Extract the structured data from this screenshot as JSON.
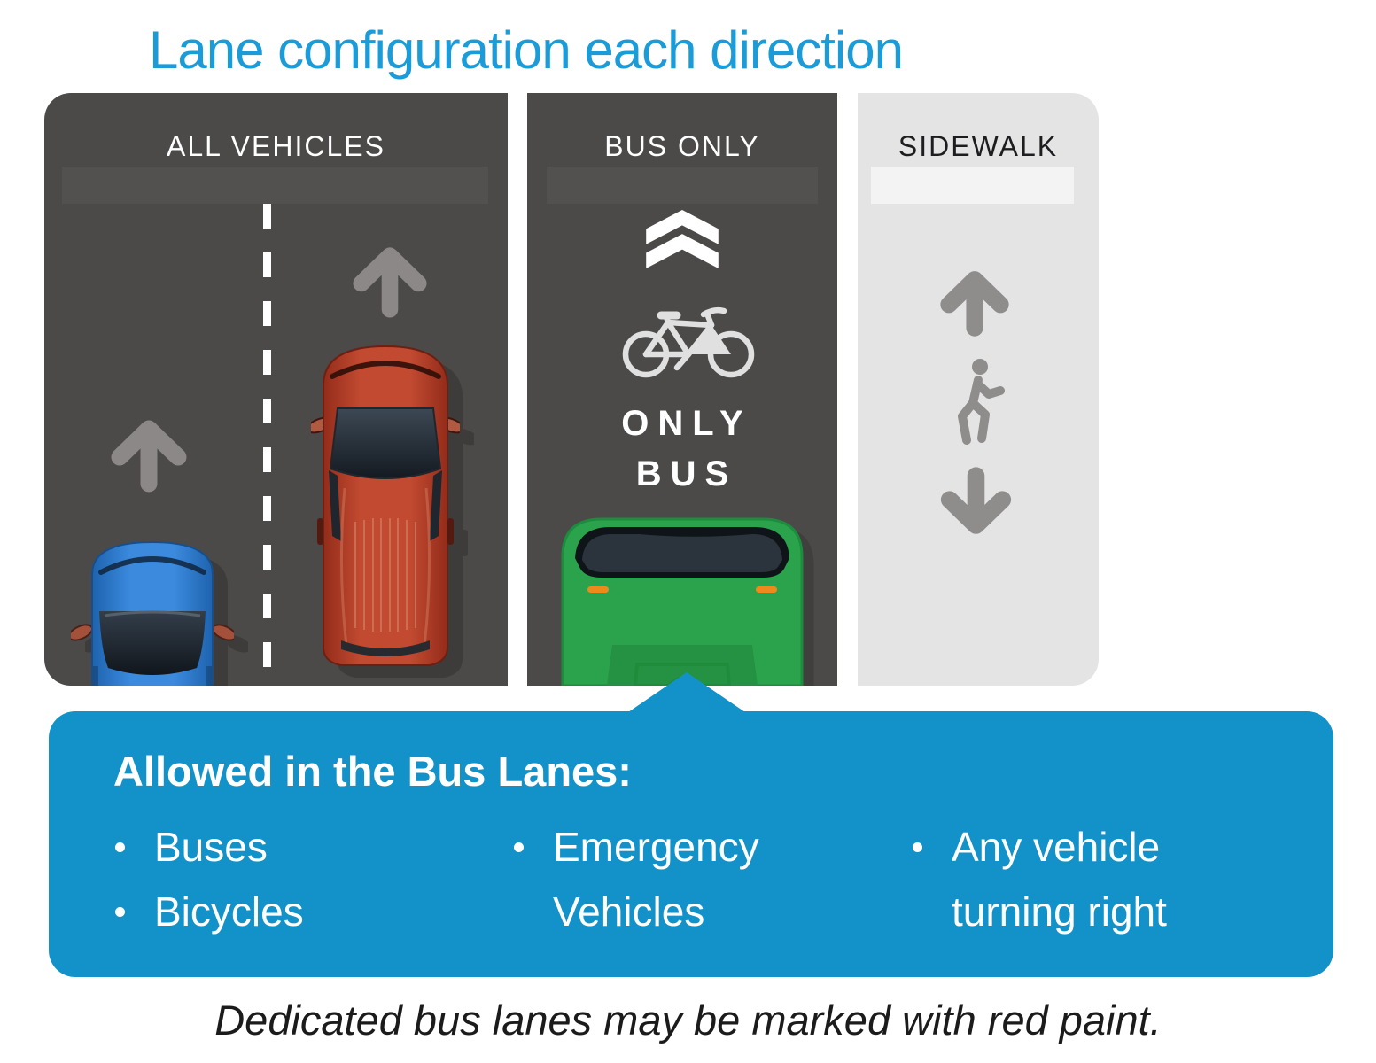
{
  "title": "Lane configuration each direction",
  "colors": {
    "title": "#1b9cd8",
    "road": "#4b4a49",
    "sidewalk": "#e4e4e5",
    "callout": "#1392c9",
    "arrow": "#8b8887",
    "sidewalk_icon": "#8f8c8c",
    "white": "#ffffff",
    "dark_text": "#1d1d1f",
    "bus_green": "#2aa34c",
    "car_blue": "#2e7fcb",
    "car_red": "#b53a28"
  },
  "lanes": {
    "all_vehicles": {
      "label": "ALL VEHICLES"
    },
    "bus_only": {
      "label": "BUS ONLY",
      "pavement_marking": {
        "line1": "ONLY",
        "line2": "BUS"
      }
    },
    "sidewalk": {
      "label": "SIDEWALK"
    }
  },
  "icons": {
    "lane_direction_arrow": "↑",
    "bus_lane_chevrons": "double up chevron",
    "bicycle": "bicycle outline",
    "pedestrian": "walking figure",
    "sidewalk_up_arrow": "↑",
    "sidewalk_down_arrow": "↓",
    "callout_pointer": "▲"
  },
  "callout": {
    "heading": "Allowed in the Bus Lanes:",
    "columns": [
      {
        "items": [
          "Buses",
          "Bicycles"
        ]
      },
      {
        "items": [
          "Emergency Vehicles"
        ]
      },
      {
        "items": [
          "Any vehicle turning right"
        ]
      }
    ]
  },
  "footnote": "Dedicated bus lanes may be marked with red paint."
}
